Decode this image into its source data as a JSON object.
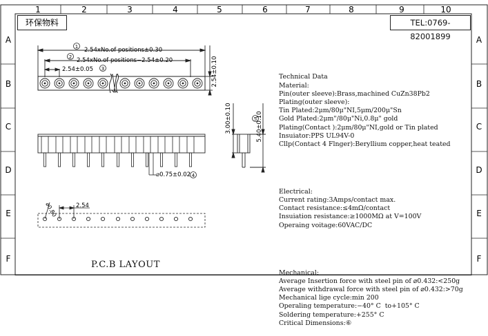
{
  "frame": {
    "columns": [
      "1",
      "2",
      "3",
      "4",
      "5",
      "6",
      "7",
      "8",
      "9",
      "10"
    ],
    "rows": [
      "A",
      "B",
      "C",
      "D",
      "E",
      "F"
    ]
  },
  "header": {
    "material_box": "环保物料",
    "tel": "TEL:0769-82001899"
  },
  "drawing": {
    "dim_1": "2.54xNo.of positions±0.30",
    "dim_2": "2.54xNo.of positions−2.54±0.20",
    "dim_3": "2.54±0.05",
    "dim_height_top": "2.54±0.10",
    "dim_side_1": "3.00±0.10",
    "dim_side_2": "5.40±0.10",
    "dim_pin_dia": "⌀0.75±0.02",
    "pcb_pitch": "2.54",
    "pcb_hole": "⌀0.80",
    "circle_1": "1",
    "circle_2": "2",
    "circle_3": "3",
    "circle_4": "4",
    "circle_5": "5",
    "pcb_label": "P.C.B LAYOUT"
  },
  "specs": {
    "technical": [
      "Technical Data",
      "Material:",
      "Pin(outer sleeve):Brass,machined CuZn38Pb2",
      "Plating(outer sleeve):",
      "Tin Plated:2μm/80μ\"NI,5μm/200μ\"Sn",
      "Gold Plated:2μm\"/80μ\"Ni,0.8μ\" gold",
      "Plating(Contact ):2μm/80μ\"NI,gold or Tin plated",
      "Insuiator:PPS UL94V-0",
      "Cllp(Contact 4 Flnger):Beryllium copper,heat teated"
    ],
    "electrical": [
      "Electrical:",
      "Current rating:3Amps/contact max.",
      "Contact resistance:≤4mΩ/contact",
      "Insuiation resistance:≥1000MΩ at V=100V",
      "Operaing voitage:60VAC/DC"
    ],
    "mechanical": [
      "Mechanical:",
      "Average Insertion force with steel pin of ⌀0.432:<250g",
      "Average withdrawal force with steel pin of ⌀0.432:>70g",
      "Mechanical lige cycle:min 200",
      "Operaling temperature:−40° C  to+105° C",
      "Soldering temperature:+255° C",
      "Critical Dimensions:⑥"
    ]
  }
}
